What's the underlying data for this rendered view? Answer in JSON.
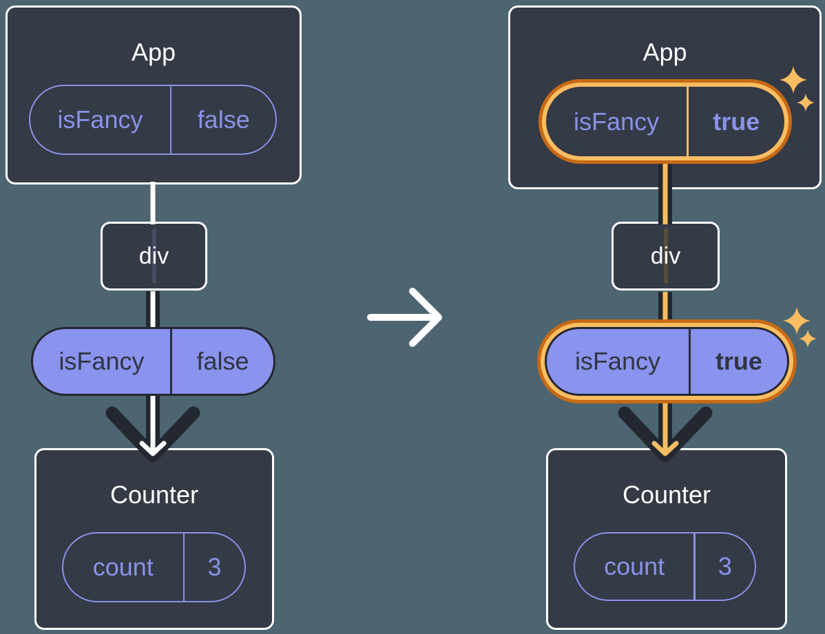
{
  "colors": {
    "canvas_background": "#4C6570",
    "box_background": "#343A46",
    "box_border": "#FFFFFF",
    "purple_outline": "#8A93E8",
    "purple_fill": "#8A93EE",
    "dark_text": "#2F3542",
    "arrow_dark": "#23272F",
    "highlight_orange_dark": "#C76A15",
    "highlight_orange_light": "#FABD62",
    "white": "#FFFFFF"
  },
  "before": {
    "app": {
      "title": "App",
      "prop_name": "isFancy",
      "prop_value": "false"
    },
    "div_label": "div",
    "passed_prop": {
      "name": "isFancy",
      "value": "false"
    },
    "counter": {
      "title": "Counter",
      "state_name": "count",
      "state_value": "3"
    }
  },
  "after": {
    "app": {
      "title": "App",
      "prop_name": "isFancy",
      "prop_value": "true"
    },
    "div_label": "div",
    "passed_prop": {
      "name": "isFancy",
      "value": "true"
    },
    "counter": {
      "title": "Counter",
      "state_name": "count",
      "state_value": "3"
    }
  }
}
